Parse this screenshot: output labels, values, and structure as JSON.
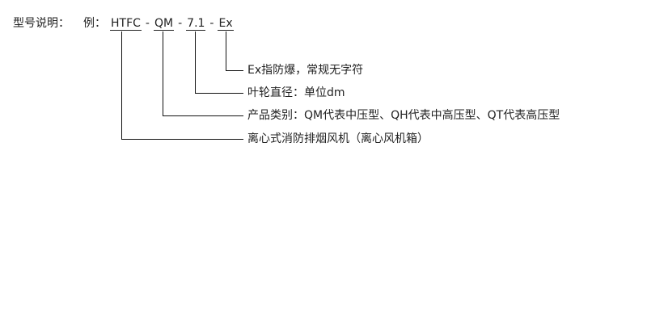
{
  "header": {
    "label": "型号说明：",
    "example_label": "例："
  },
  "code": {
    "segments": [
      "HTFC",
      "QM",
      "7.1",
      "Ex"
    ],
    "separator": "-"
  },
  "explanations": [
    "Ex指防爆，常规无字符",
    "叶轮直径：单位dm",
    "产品类别：QM代表中压型、QH代表中高压型、QT代表高压型",
    "离心式消防排烟风机（离心风机箱）"
  ]
}
